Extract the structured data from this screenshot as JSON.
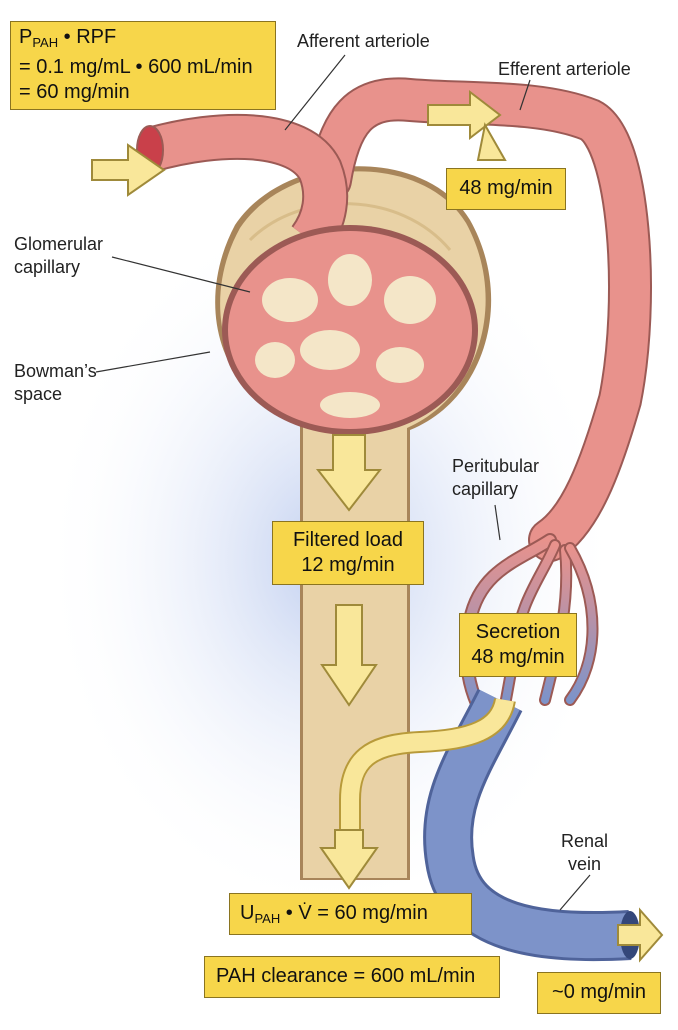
{
  "formula_box": {
    "p_main": "P",
    "p_sub": "PAH",
    "rest1": " • RPF",
    "line2": "= 0.1 mg/mL • 600 mL/min",
    "line3": "= 60 mg/min"
  },
  "labels": {
    "afferent": "Afferent arteriole",
    "efferent": "Efferent arteriole",
    "glomerular_1": "Glomerular",
    "glomerular_2": "capillary",
    "bowmans_1": "Bowman’s",
    "bowmans_2": "space",
    "peritubular_1": "Peritubular",
    "peritubular_2": "capillary",
    "renal_1": "Renal",
    "renal_2": "vein"
  },
  "boxes": {
    "efferent_load": "48 mg/min",
    "filtered_1": "Filtered load",
    "filtered_2": "12 mg/min",
    "secretion_1": "Secretion",
    "secretion_2": "48 mg/min",
    "urine_u": "U",
    "urine_sub": "PAH",
    "urine_dot": " • ",
    "urine_v": "V",
    "urine_rest": " = 60 mg/min",
    "clearance": "PAH clearance = 600 mL/min",
    "vein_load": "~0 mg/min"
  },
  "colors": {
    "artery": "#e8928c",
    "vein": "#7d93c9",
    "tubule": "#e9d2a6",
    "box": "#f7d64a",
    "arrow": "#f9e79a"
  }
}
